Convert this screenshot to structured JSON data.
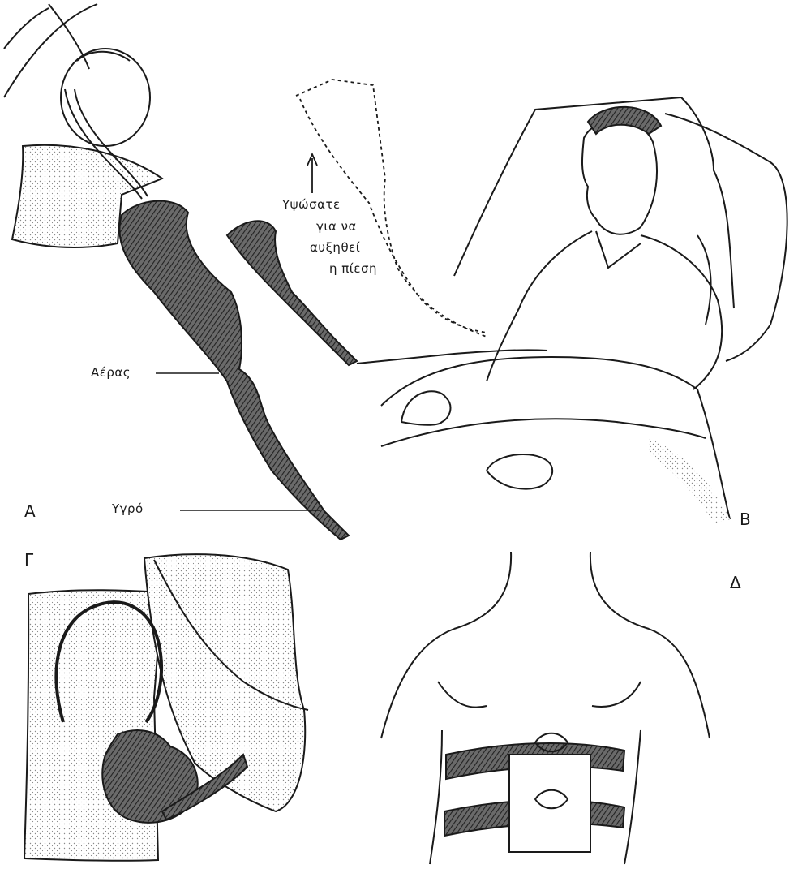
{
  "panels": {
    "a": {
      "letter": "A"
    },
    "b": {
      "letter": "B"
    },
    "c": {
      "letter": "Γ"
    },
    "d": {
      "letter": "Δ"
    }
  },
  "labels": {
    "air": "Αέρας",
    "fluid": "Υγρό",
    "raise_line1": "Υψώσατε",
    "raise_line2": "για να",
    "raise_line3": "αυξηθεί",
    "raise_line4": "η πίεση"
  },
  "colors": {
    "ink": "#1a1a1a",
    "stipple": "#9a9a9a",
    "hatch": "#3a3a3a"
  }
}
